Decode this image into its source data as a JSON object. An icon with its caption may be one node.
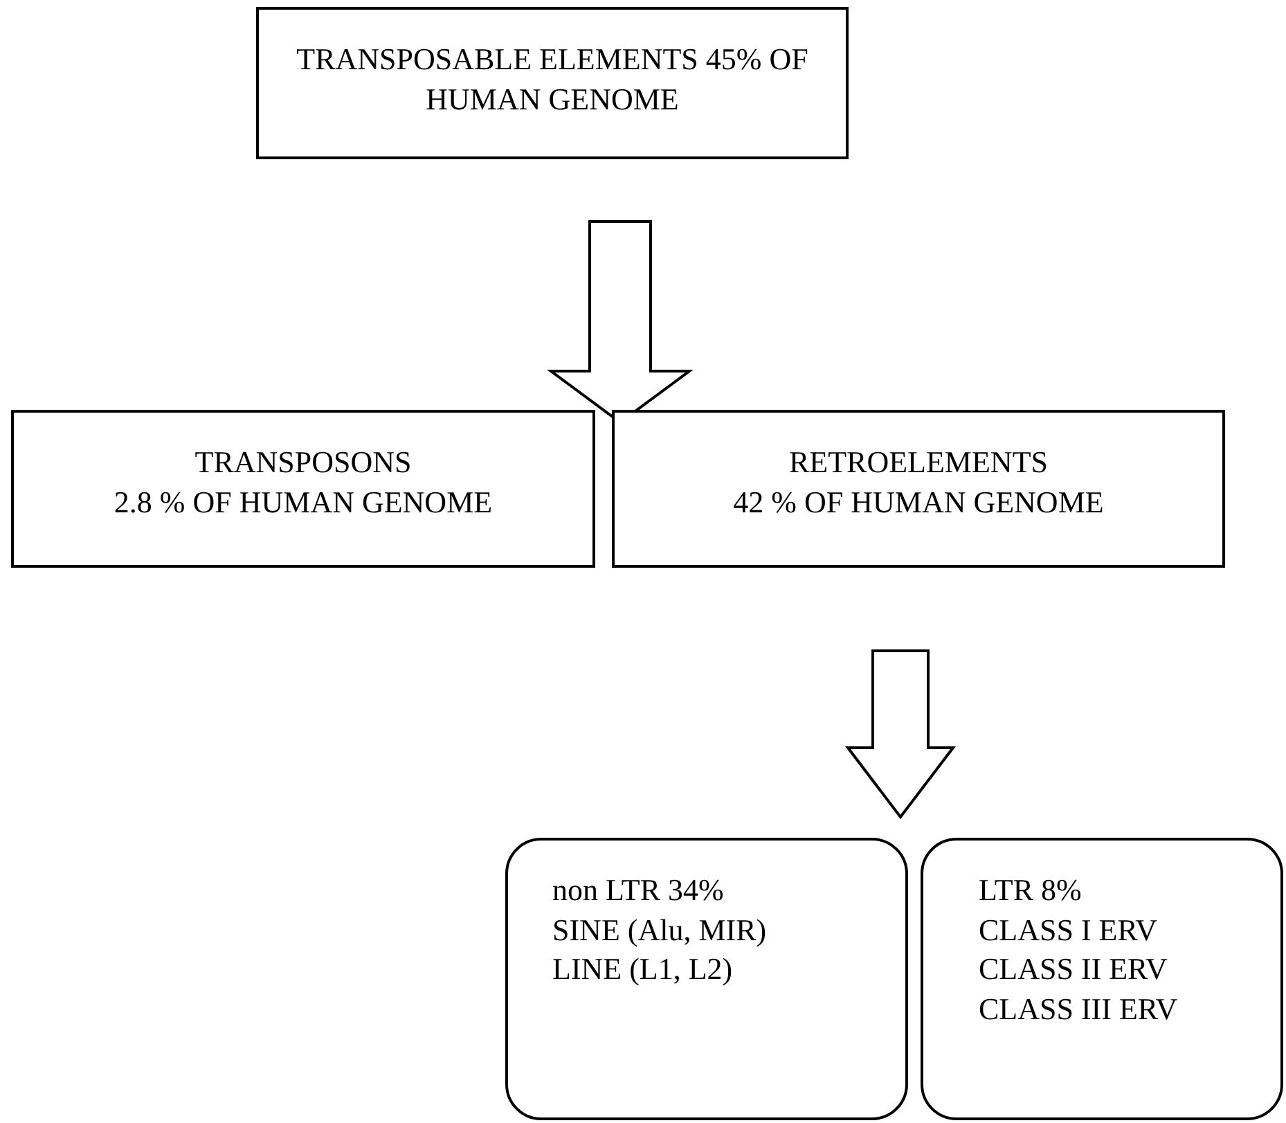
{
  "diagram": {
    "nodes": [
      {
        "text": [
          "TRANSPOSABLE ELEMENTS 45% OF HUMAN GENOME"
        ]
      },
      {
        "text": [
          "TRANSPOSONS",
          "2.8 % OF HUMAN GENOME"
        ]
      },
      {
        "text": [
          "RETROELEMENTS",
          "42 % OF HUMAN GENOME"
        ]
      },
      {
        "text": [
          "non LTR 34%",
          "SINE (Alu, MIR)",
          "LINE (L1, L2)"
        ]
      },
      {
        "text": [
          "LTR 8%",
          "CLASS I ERV",
          "CLASS II ERV",
          "CLASS III ERV"
        ]
      }
    ],
    "edges": [
      {
        "from": 0,
        "to": 1,
        "arrow": "to"
      },
      {
        "from": 0,
        "to": 2,
        "arrow": "to"
      },
      {
        "from": 2,
        "to": 3,
        "arrow": "to"
      },
      {
        "from": 2,
        "to": 4,
        "arrow": "to"
      }
    ]
  }
}
